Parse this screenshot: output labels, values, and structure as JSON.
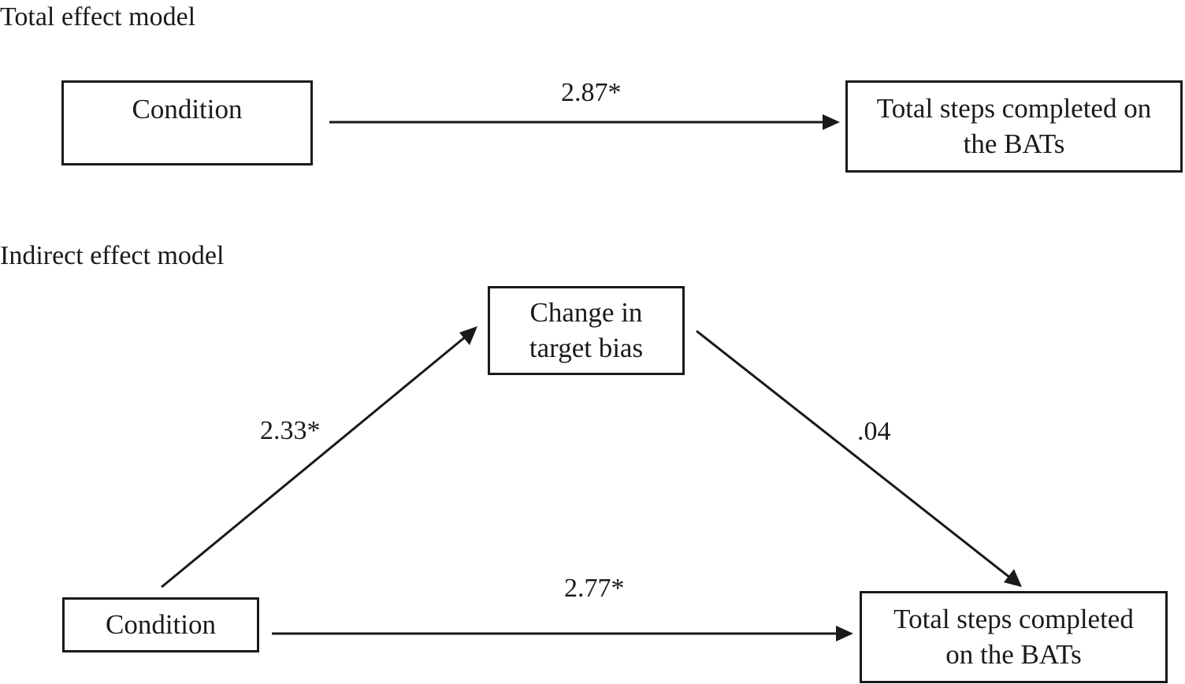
{
  "total_model": {
    "title": "Total effect model",
    "predictor": "Condition",
    "outcome": "Total steps completed on the BATs",
    "path_c": "2.87*"
  },
  "indirect_model": {
    "title": "Indirect effect model",
    "predictor": "Condition",
    "mediator": "Change in target bias",
    "outcome": "Total steps completed on the BATs",
    "path_a": "2.33*",
    "path_b": ".04",
    "path_c_prime": "2.77*"
  },
  "colors": {
    "ink": "#1a1a1a",
    "background": "#ffffff"
  }
}
